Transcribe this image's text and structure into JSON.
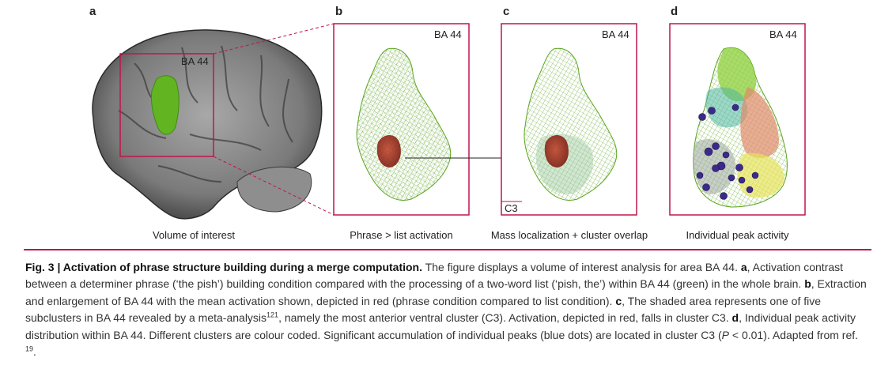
{
  "panels": {
    "a": {
      "letter": "a",
      "caption": "Volume of interest",
      "box_label": "BA 44"
    },
    "b": {
      "letter": "b",
      "caption": "Phrase > list activation",
      "box_label": "BA 44"
    },
    "c": {
      "letter": "c",
      "caption": "Mass localization + cluster overlap",
      "box_label": "BA 44",
      "cluster_label": "C3"
    },
    "d": {
      "letter": "d",
      "caption": "Individual peak activity",
      "box_label": "BA 44"
    }
  },
  "caption": {
    "title": "Fig. 3 | Activation of phrase structure building during a merge computation.",
    "intro": " The figure displays a volume of interest analysis for area BA 44. ",
    "a_letter": "a",
    "a_text": ", Activation contrast between a determiner phrase (‘the pish’) building condition compared with the processing of a two-word list (‘pish, the’) within BA 44 (green) in the whole brain. ",
    "b_letter": "b",
    "b_text": ", Extraction and enlargement of BA 44 with the mean activation shown, depicted in red (phrase condition compared to list condition). ",
    "c_letter": "c",
    "c_text_1": ", The shaded area represents one of five subclusters in BA 44 revealed by a meta-analysis",
    "c_ref": "121",
    "c_text_2": ", namely the most anterior ventral cluster (C3). Activation, depicted in red, falls in cluster C3. ",
    "d_letter": "d",
    "d_text_1": ", Individual peak activity distribution within BA 44. Different clusters are colour coded. Significant accumulation of individual peaks (blue dots) are located in cluster C3 (",
    "d_p": "P",
    "d_text_2": " < 0.01). Adapted from ref. ",
    "d_ref": "19",
    "d_end": "."
  },
  "colors": {
    "accent": "#c1154a",
    "mesh_green": "#5aa51e",
    "activation_red": "#a52a1e",
    "peak_blue": "#3b2a8a"
  }
}
